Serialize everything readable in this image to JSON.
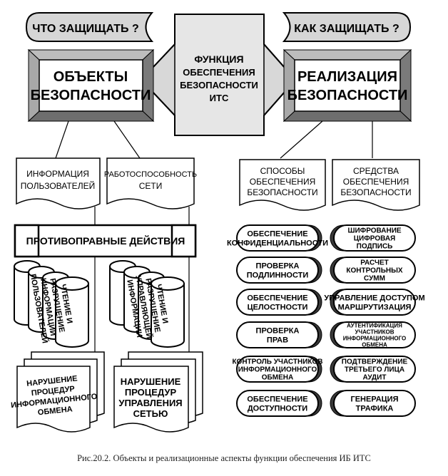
{
  "questions": {
    "what": "ЧТО ЗАЩИЩАТЬ ?",
    "how": "КАК ЗАЩИЩАТЬ ?"
  },
  "center": {
    "lines": [
      "ФУНКЦИЯ",
      "ОБЕСПЕЧЕНИЯ",
      "БЕЗОПАСНОСТИ",
      "ИТС"
    ]
  },
  "left_box": {
    "lines": [
      "ОБЪЕКТЫ",
      "БЕЗОПАСНОСТИ"
    ]
  },
  "right_box": {
    "lines": [
      "РЕАЛИЗАЦИЯ",
      "БЕЗОПАСНОСТИ"
    ]
  },
  "left_docs": [
    {
      "lines": [
        "ИНФОРМАЦИЯ",
        "ПОЛЬЗОВАТЕЛЕЙ"
      ]
    },
    {
      "lines": [
        "РАБОТОСПОСОБНОСТЬ",
        "СЕТИ"
      ]
    }
  ],
  "right_docs": [
    {
      "lines": [
        "СПОСОБЫ",
        "ОБЕСПЕЧЕНИЯ",
        "БЕЗОПАСНОСТИ"
      ]
    },
    {
      "lines": [
        "СРЕДСТВА",
        "ОБЕСПЕЧЕНИЯ",
        "БЕЗОПАСНОСТИ"
      ]
    }
  ],
  "banner": "ПРОТИВОПРАВНЫЕ ДЕЙСТВИЯ",
  "cylinders": [
    {
      "lines": [
        "ЧТЕНИЕ И",
        "РАЗРУШЕНИЕ",
        "ИНФОРМАЦИИ",
        "ПОЛЬЗОВАТЕЛЕЙ"
      ]
    },
    {
      "lines": [
        "ЧТЕНИЕ И",
        "РАЗРУШЕНИЕ",
        "УПРАВЛЯЮЩЕЙ",
        "ИНФОРМАЦИИ"
      ]
    }
  ],
  "violations": [
    {
      "lines": [
        "НАРУШЕНИЕ",
        "ПРОЦЕДУР",
        "ИНФОРМАЦИОННОГО",
        "ОБМЕНА"
      ]
    },
    {
      "lines": [
        "НАРУШЕНИЕ",
        "ПРОЦЕДУР",
        "УПРАВЛЕНИЯ",
        "СЕТЬЮ"
      ]
    }
  ],
  "methods": [
    {
      "lines": [
        "ОБЕСПЕЧЕНИЕ",
        "КОНФИДЕНЦИАЛЬНОСТИ"
      ]
    },
    {
      "lines": [
        "ПРОВЕРКА",
        "ПОДЛИННОСТИ"
      ]
    },
    {
      "lines": [
        "ОБЕСПЕЧЕНИЕ",
        "ЦЕЛОСТНОСТИ"
      ]
    },
    {
      "lines": [
        "ПРОВЕРКА",
        "ПРАВ"
      ]
    },
    {
      "lines": [
        "КОНТРОЛЬ УЧАСТНИКОВ",
        "ИНФОРМАЦИОННОГО",
        "ОБМЕНА"
      ]
    },
    {
      "lines": [
        "ОБЕСПЕЧЕНИЕ",
        "ДОСТУПНОСТИ"
      ]
    }
  ],
  "means": [
    {
      "lines": [
        "ШИФРОВАНИЕ",
        "ЦИФРОВАЯ",
        "ПОДПИСЬ"
      ]
    },
    {
      "lines": [
        "РАСЧЕТ",
        "КОНТРОЛЬНЫХ",
        "СУММ"
      ]
    },
    {
      "lines": [
        "УПРАВЛЕНИЕ ДОСТУПОМ",
        "МАРШРУТИЗАЦИЯ"
      ]
    },
    {
      "lines": [
        "АУТЕНТИФИКАЦИЯ",
        "УЧАСТНИКОВ",
        "ИНФОРМАЦИОННОГО",
        "ОБМЕНА"
      ]
    },
    {
      "lines": [
        "ПОДТВЕРЖДЕНИЕ",
        "ТРЕТЬЕГО ЛИЦА",
        "АУДИТ"
      ]
    },
    {
      "lines": [
        "ГЕНЕРАЦИЯ",
        "ТРАФИКА"
      ]
    }
  ],
  "caption": "Рис.20.2. Объекты и реализационные аспекты функции обеспечения ИБ ИТС"
}
